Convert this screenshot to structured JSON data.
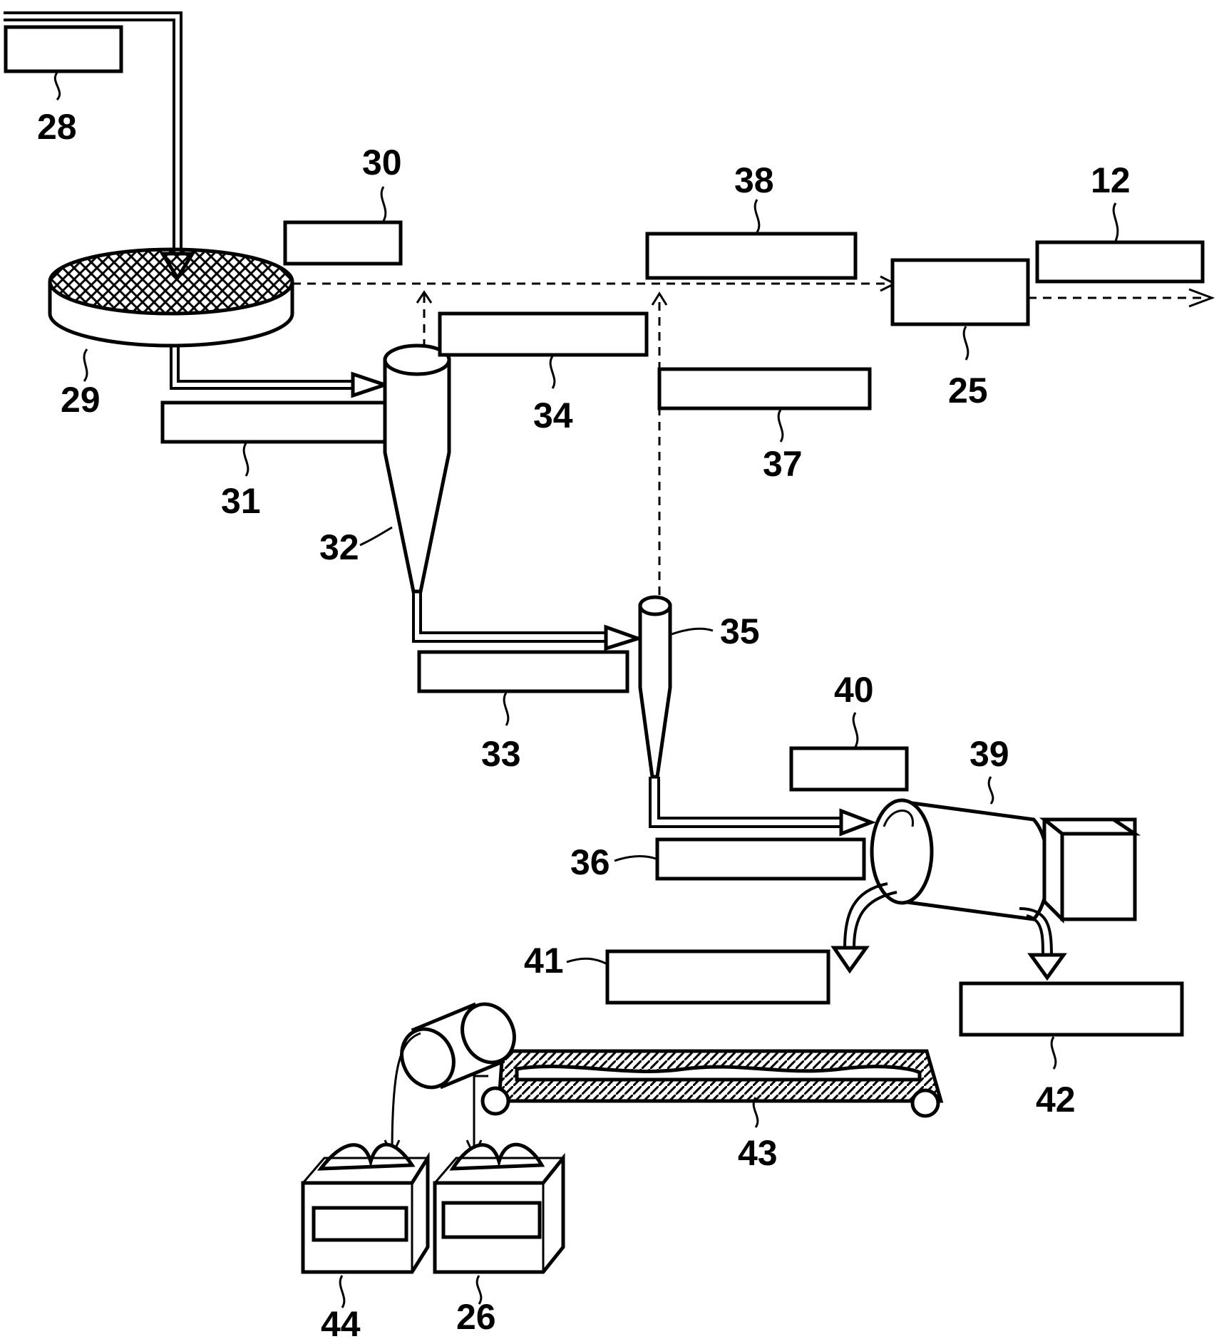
{
  "labels": {
    "l28": "28",
    "l29": "29",
    "l30": "30",
    "l31": "31",
    "l32": "32",
    "l33": "33",
    "l34": "34",
    "l35": "35",
    "l36": "36",
    "l37": "37",
    "l38": "38",
    "l12": "12",
    "l25": "25",
    "l39": "39",
    "l40": "40",
    "l41": "41",
    "l42": "42",
    "l43": "43",
    "l44": "44",
    "l26": "26"
  }
}
